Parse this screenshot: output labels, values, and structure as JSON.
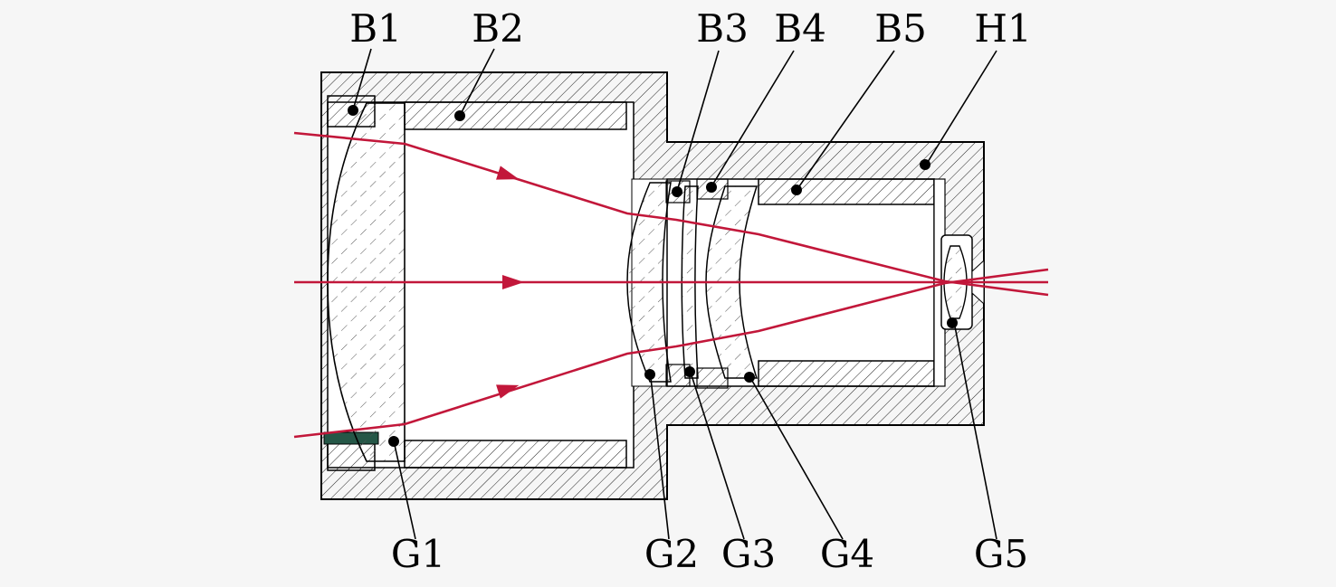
{
  "labels": {
    "top": [
      "B1",
      "B2",
      "B3",
      "B4",
      "B5",
      "H1"
    ],
    "bottom": [
      "G1",
      "G2",
      "G3",
      "G4",
      "G5"
    ]
  },
  "colors": {
    "ray": "#c2173a",
    "background": "#f6f6f6",
    "outline": "#000000"
  }
}
